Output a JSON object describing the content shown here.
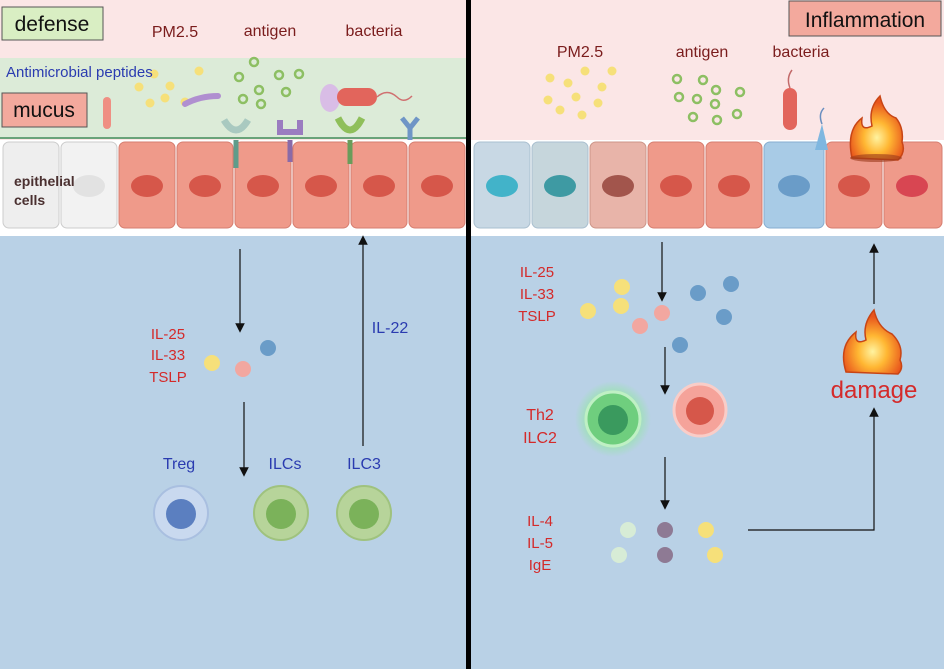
{
  "left_panel": {
    "title": "defense",
    "mucus_label": "mucus",
    "peptides_label": "Antimicrobial peptides",
    "top_labels": {
      "pm25": "PM2.5",
      "antigen": "antigen",
      "bacteria": "bacteria"
    },
    "epithelial_label_line1": "epithelial",
    "epithelial_label_line2": "cells",
    "cytokines": [
      "IL-25",
      "IL-33",
      "TSLP"
    ],
    "il22_label": "IL-22",
    "cells": {
      "treg": "Treg",
      "ilcs": "ILCs",
      "ilc3": "ILC3"
    }
  },
  "right_panel": {
    "title": "Inflammation",
    "top_labels": {
      "pm25": "PM2.5",
      "antigen": "antigen",
      "bacteria": "bacteria"
    },
    "cytokines": [
      "IL-25",
      "IL-33",
      "TSLP"
    ],
    "cells": [
      "Th2",
      "ILC2"
    ],
    "mediators": [
      "IL-4",
      "IL-5",
      "IgE"
    ],
    "damage_label": "damage"
  },
  "colors": {
    "mucus_zone": "#fbe6e6",
    "peptide_band": "#dcebd8",
    "submucosa": "#b9d1e6",
    "epithelium": "#ef9a8a",
    "nucleus": "#d6574a",
    "divider": "#000000",
    "red_text": "#d42a2a",
    "blue_text": "#2a3bb0"
  }
}
